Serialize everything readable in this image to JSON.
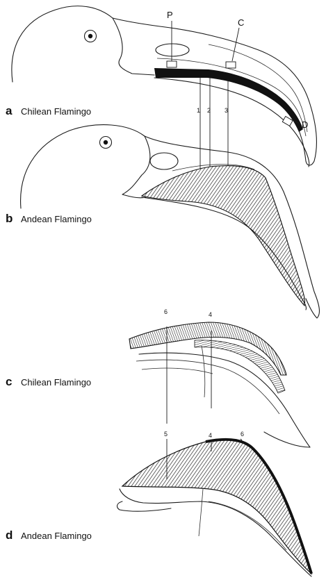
{
  "panels": [
    {
      "letter": "a",
      "title": "Chilean Flamingo"
    },
    {
      "letter": "b",
      "title": "Andean Flamingo"
    },
    {
      "letter": "c",
      "title": "Chilean Flamingo"
    },
    {
      "letter": "d",
      "title": "Andean Flamingo"
    }
  ],
  "callouts": {
    "p": "P",
    "c": "C",
    "d": "D"
  },
  "section_numbers": {
    "a": [
      "1",
      "2",
      "3"
    ],
    "c": [
      "6",
      "4"
    ],
    "d": [
      "5",
      "4",
      "6"
    ]
  }
}
